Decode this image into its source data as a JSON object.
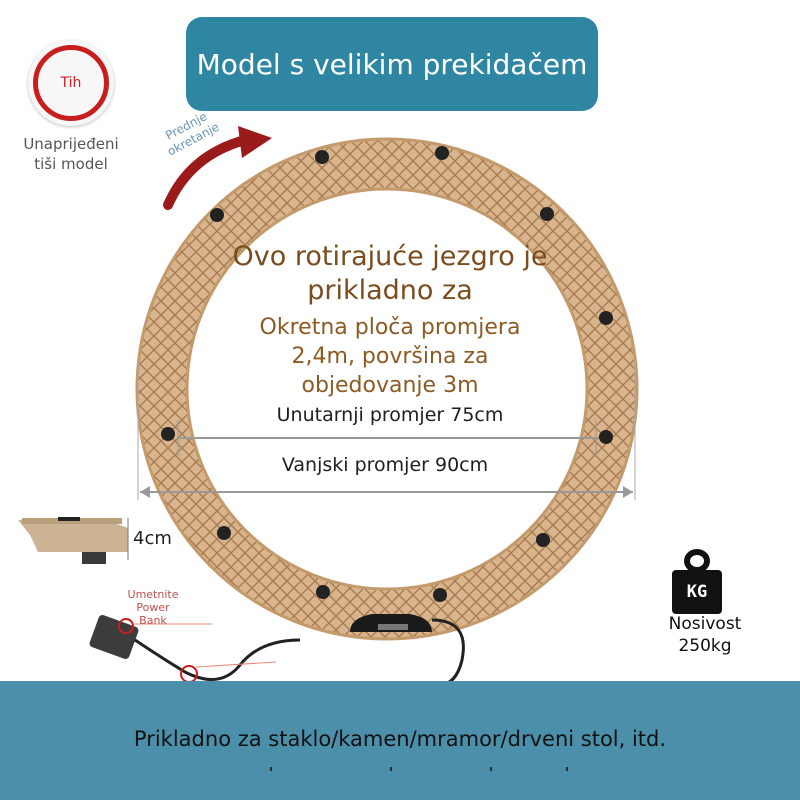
{
  "title": "Model s velikim prekidačem",
  "quiet_badge": {
    "label": "Tih",
    "caption_line1": "Unaprijeđeni",
    "caption_line2": "tiši model"
  },
  "rotation_caption": {
    "line1": "Prednje",
    "line2": "okretanje"
  },
  "core": {
    "heading_line1": "Ovo rotirajuće jezgro je",
    "heading_line2": "prikladno za",
    "plate_line1": "Okretna ploča promjera",
    "plate_line2": "2,4m, površina za",
    "plate_line3": "objedovanje 3m"
  },
  "dimensions": {
    "inner": "Unutarnji promjer 75cm",
    "outer": "Vanjski promjer 90cm",
    "height": "4cm"
  },
  "power": {
    "label_line1": "Umetnite",
    "label_line2": "Power",
    "label_line3": "Bank"
  },
  "load": {
    "badge": "KG",
    "label_line1": "Nosivost",
    "label_line2": "250kg"
  },
  "footer": {
    "text": "Prikladno za staklo/kamen/mramor/drveni stol, itd."
  },
  "colors": {
    "banner": "#2f86a3",
    "ring": "#d9b48c",
    "ring_dark": "#a67c52",
    "badge_red": "#c81e1e",
    "arrow_red": "#9b1b1b",
    "footer": "#4b8fab"
  },
  "icons": [
    "quiet-badge-icon",
    "rotation-arrow-icon",
    "kg-weight-icon",
    "power-cable-icon"
  ]
}
